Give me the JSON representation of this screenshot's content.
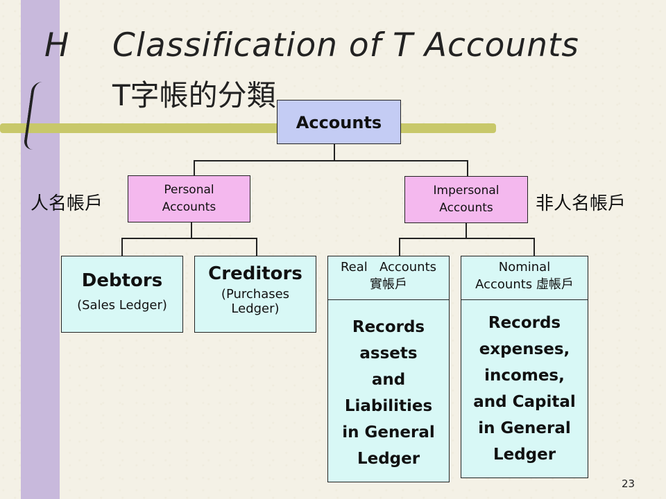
{
  "slide": {
    "title_letter": "H",
    "title": "Classification of T Accounts",
    "title_chinese": "T字帳的分類",
    "page_number": "23"
  },
  "diagram": {
    "root": "Accounts",
    "personal": {
      "label_line1": "Personal",
      "label_line2": "Accounts",
      "side_label": "人名帳戶"
    },
    "impersonal": {
      "label_line1": "Impersonal",
      "label_line2": "Accounts",
      "side_label": "非人名帳戶"
    },
    "debtors": {
      "title": "Debtors",
      "subtitle": "(Sales Ledger)"
    },
    "creditors": {
      "title": "Creditors",
      "subtitle_line1": "(Purchases",
      "subtitle_line2": "Ledger)"
    },
    "real": {
      "head_line1": "Real   Accounts",
      "head_line2": "實帳戶",
      "body_lines": [
        "Records",
        "assets",
        "and",
        "Liabilities",
        "in General",
        "Ledger"
      ]
    },
    "nominal": {
      "head_line1": "Nominal",
      "head_line2": "Accounts 虛帳戶",
      "body_lines": [
        "Records",
        "expenses,",
        "incomes,",
        "and Capital",
        "in General",
        "Ledger"
      ]
    }
  }
}
